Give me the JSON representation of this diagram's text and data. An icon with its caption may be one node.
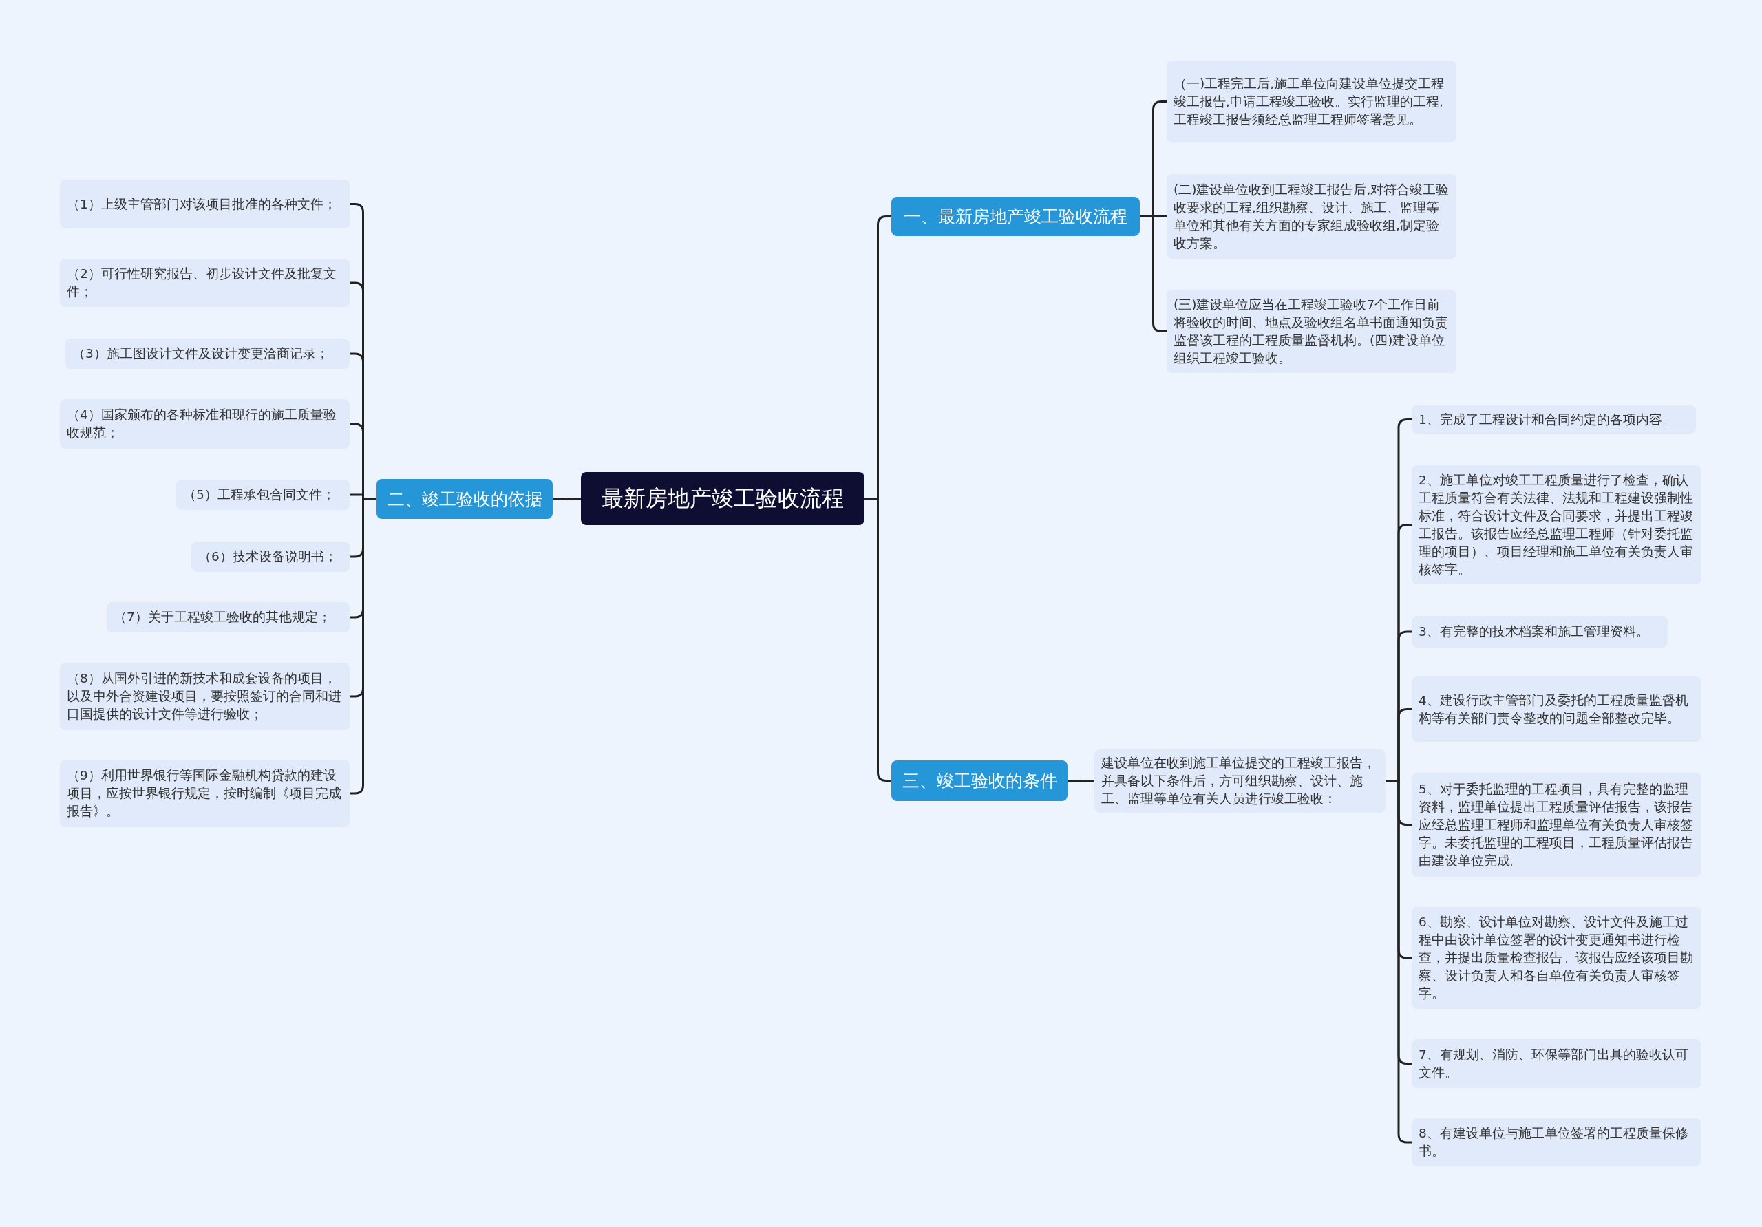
{
  "diagram": {
    "nodes": [
      {
        "text": [
          "最新房地产竣工验收流程"
        ]
      },
      {
        "text": [
          "一、最新房地产竣工验收流程"
        ]
      },
      {
        "text": [
          "（一)工程完工后,施工单位向建设单位提交工程竣工报告,申请工程竣工验收。实行监理的工程,工程竣工报告须经总监理工程师签署意见。"
        ]
      },
      {
        "text": [
          "(二)建设单位收到工程竣工报告后,对符合竣工验收要求的工程,组织勘察、设计、施工、监理等单位和其他有关方面的专家组成验收组,制定验收方案。"
        ]
      },
      {
        "text": [
          "(三)建设单位应当在工程竣工验收7个工作日前将验收的时间、地点及验收组名单书面通知负责监督该工程的工程质量监督机构。(四)建设单位组织工程竣工验收。"
        ]
      },
      {
        "text": [
          "二、竣工验收的依据"
        ]
      },
      {
        "text": [
          "（1）上级主管部门对该项目批准的各种文件；"
        ]
      },
      {
        "text": [
          "（2）可行性研究报告、初步设计文件及批复文件；"
        ]
      },
      {
        "text": [
          "（3）施工图设计文件及设计变更洽商记录；"
        ]
      },
      {
        "text": [
          "（4）国家颁布的各种标准和现行的施工质量验收规范；"
        ]
      },
      {
        "text": [
          "（5）工程承包合同文件；"
        ]
      },
      {
        "text": [
          "（6）技术设备说明书；"
        ]
      },
      {
        "text": [
          "（7）关于工程竣工验收的其他规定；"
        ]
      },
      {
        "text": [
          "（8）从国外引进的新技术和成套设备的项目，以及中外合资建设项目，要按照签订的合同和进口国提供的设计文件等进行验收；"
        ]
      },
      {
        "text": [
          "（9）利用世界银行等国际金融机构贷款的建设项目，应按世界银行规定，按时编制《项目完成报告》。"
        ]
      },
      {
        "text": [
          "三、竣工验收的条件"
        ]
      },
      {
        "text": [
          "建设单位在收到施工单位提交的工程竣工报告，并具备以下条件后，方可组织勘察、设计、施工、监理等单位有关人员进行竣工验收："
        ]
      },
      {
        "text": [
          "1、完成了工程设计和合同约定的各项内容。"
        ]
      },
      {
        "text": [
          "2、施工单位对竣工工程质量进行了检查，确认工程质量符合有关法律、法规和工程建设强制性标准，符合设计文件及合同要求，并提出工程竣工报告。该报告应经总监理工程师（针对委托监理的项目）、项目经理和施工单位有关负责人审核签字。"
        ]
      },
      {
        "text": [
          "3、有完整的技术档案和施工管理资料。"
        ]
      },
      {
        "text": [
          "4、建设行政主管部门及委托的工程质量监督机构等有关部门责令整改的问题全部整改完毕。"
        ]
      },
      {
        "text": [
          "5、对于委托监理的工程项目，具有完整的监理资料，监理单位提出工程质量评估报告，该报告应经总监理工程师和监理单位有关负责人审核签字。未委托监理的工程项目，工程质量评估报告由建设单位完成。"
        ]
      },
      {
        "text": [
          "6、勘察、设计单位对勘察、设计文件及施工过程中由设计单位签署的设计变更通知书进行检查，并提出质量检查报告。该报告应经该项目勘察、设计负责人和各自单位有关负责人审核签字。"
        ]
      },
      {
        "text": [
          "7、有规划、消防、环保等部门出具的验收认可文件。"
        ]
      },
      {
        "text": [
          "8、有建设单位与施工单位签署的工程质量保修书。"
        ]
      }
    ],
    "edges": [
      {
        "from": 0,
        "to": 1,
        "arrow": "none"
      },
      {
        "from": 1,
        "to": 2,
        "arrow": "none"
      },
      {
        "from": 1,
        "to": 3,
        "arrow": "none"
      },
      {
        "from": 1,
        "to": 4,
        "arrow": "none"
      },
      {
        "from": 0,
        "to": 5,
        "arrow": "none"
      },
      {
        "from": 5,
        "to": 6,
        "arrow": "none"
      },
      {
        "from": 5,
        "to": 7,
        "arrow": "none"
      },
      {
        "from": 5,
        "to": 8,
        "arrow": "none"
      },
      {
        "from": 5,
        "to": 9,
        "arrow": "none"
      },
      {
        "from": 5,
        "to": 10,
        "arrow": "none"
      },
      {
        "from": 5,
        "to": 11,
        "arrow": "none"
      },
      {
        "from": 5,
        "to": 12,
        "arrow": "none"
      },
      {
        "from": 5,
        "to": 13,
        "arrow": "none"
      },
      {
        "from": 5,
        "to": 14,
        "arrow": "none"
      },
      {
        "from": 0,
        "to": 15,
        "arrow": "none"
      },
      {
        "from": 15,
        "to": 16,
        "arrow": "none"
      },
      {
        "from": 16,
        "to": 17,
        "arrow": "none"
      },
      {
        "from": 16,
        "to": 18,
        "arrow": "none"
      },
      {
        "from": 16,
        "to": 19,
        "arrow": "none"
      },
      {
        "from": 16,
        "to": 20,
        "arrow": "none"
      },
      {
        "from": 16,
        "to": 21,
        "arrow": "none"
      },
      {
        "from": 16,
        "to": 22,
        "arrow": "none"
      },
      {
        "from": 16,
        "to": 23,
        "arrow": "none"
      },
      {
        "from": 16,
        "to": 24,
        "arrow": "none"
      }
    ]
  }
}
